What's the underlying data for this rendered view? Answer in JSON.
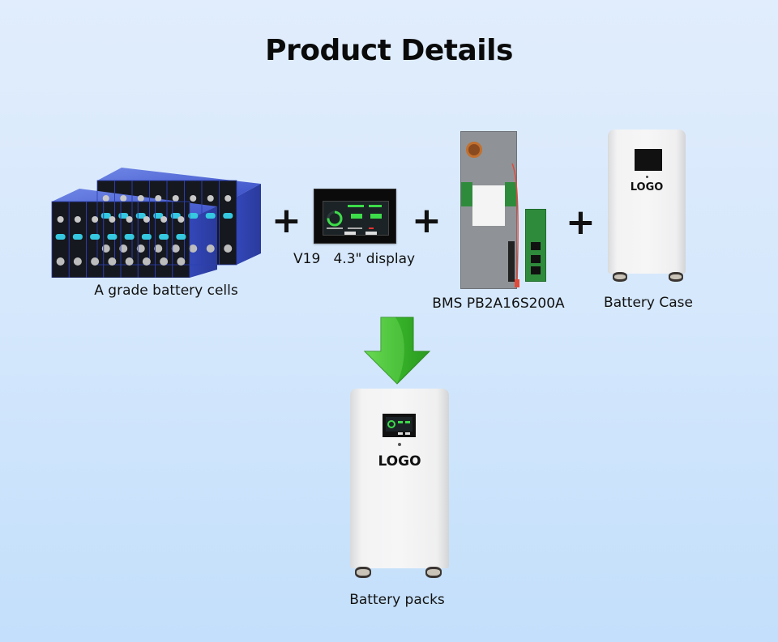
{
  "page": {
    "title": "Product Details"
  },
  "components": [
    {
      "id": "cells",
      "label": "A grade battery cells",
      "icon": "battery-cells-image"
    },
    {
      "id": "display",
      "label": "V19   4.3\" display",
      "icon": "lcd-display-image"
    },
    {
      "id": "bms",
      "label": "BMS PB2A16S200A",
      "icon": "bms-board-image"
    },
    {
      "id": "case",
      "label": "Battery Case",
      "icon": "battery-case-image",
      "logo_text": "LOGO"
    }
  ],
  "operator": "+",
  "result": {
    "label": "Battery packs",
    "logo_text": "LOGO",
    "arrow": "green-down-arrow-icon"
  },
  "colors": {
    "bg_top": "#e1edfc",
    "bg_bottom": "#c3dffb",
    "arrow_green": "#3fbf2a",
    "cell_blue": "#3c4fc4"
  }
}
